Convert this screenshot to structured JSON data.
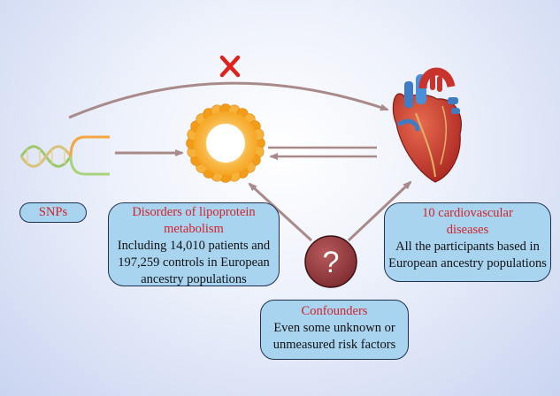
{
  "snps": {
    "label": "SNPs"
  },
  "lipoprotein": {
    "title_line1": "Disorders of lipoprotein",
    "title_line2": "metabolism",
    "detail_line1": "Including 14,010 patients and",
    "detail_line2": "197,259 controls in European",
    "detail_line3": "ancestry populations"
  },
  "cardiovascular": {
    "title_line1": "10 cardiovascular",
    "title_line2": "diseases",
    "detail_line1": "All the participants based in",
    "detail_line2": "European ancestry populations"
  },
  "confounders": {
    "title": "Confounders",
    "detail_line1": "Even some unknown or",
    "detail_line2": "unmeasured risk factors",
    "symbol": "?"
  },
  "blocked_mark": "✕",
  "colors": {
    "arrow": "#a98a8a",
    "title_red": "#d2232a",
    "box_fill": "#a9d4f0",
    "box_border": "#1f3050",
    "confounder_circle": "#9b4346",
    "lipoprotein_ring": "#f3a21c",
    "heart": "#c8342c"
  },
  "icons": [
    "dna-icon",
    "lipoprotein-particle-icon",
    "heart-icon",
    "question-mark-icon",
    "blocked-x-icon"
  ]
}
